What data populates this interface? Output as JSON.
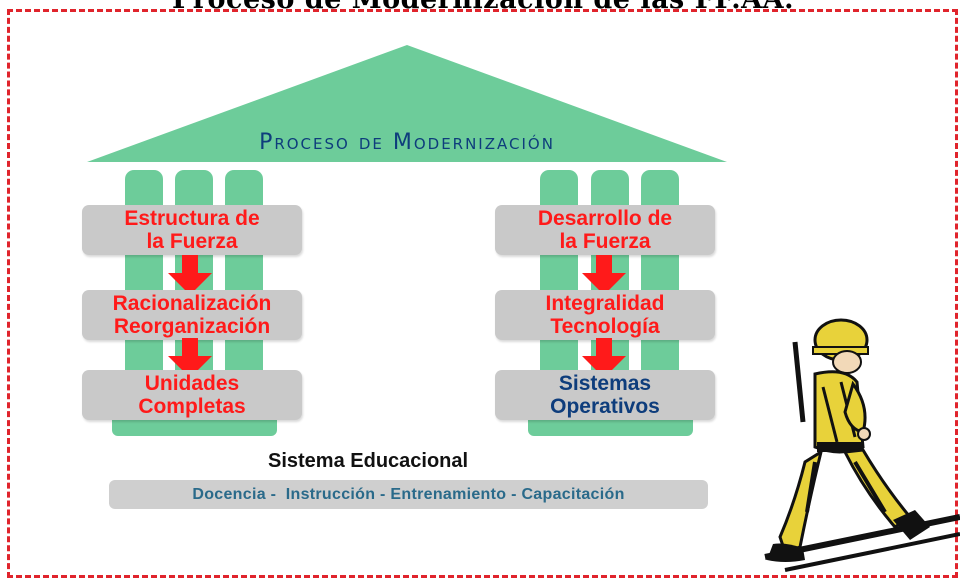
{
  "page_title": "Proceso de Modernización de las FF.AA.",
  "roof_title": "Proceso de Modernización",
  "left_pillar": {
    "boxes": [
      "Estructura de\nla Fuerza",
      "Racionalización\nReorganización",
      "Unidades\nCompletas"
    ]
  },
  "right_pillar": {
    "boxes": [
      "Desarrollo de\nla Fuerza",
      "Integralidad\nTecnología",
      "Sistemas\nOperativos"
    ]
  },
  "education": {
    "title": "Sistema Educacional",
    "bar": "Docencia -  Instrucción - Entrenamiento - Capacitación"
  },
  "colors": {
    "green": "#6dcc9a",
    "gray": "#c9c9c9",
    "red_text": "#ff1a1a",
    "blue_text": "#0e3d7c",
    "frame": "#e0242c"
  },
  "icons": [
    "down-arrow-icon",
    "soldier-illustration"
  ]
}
